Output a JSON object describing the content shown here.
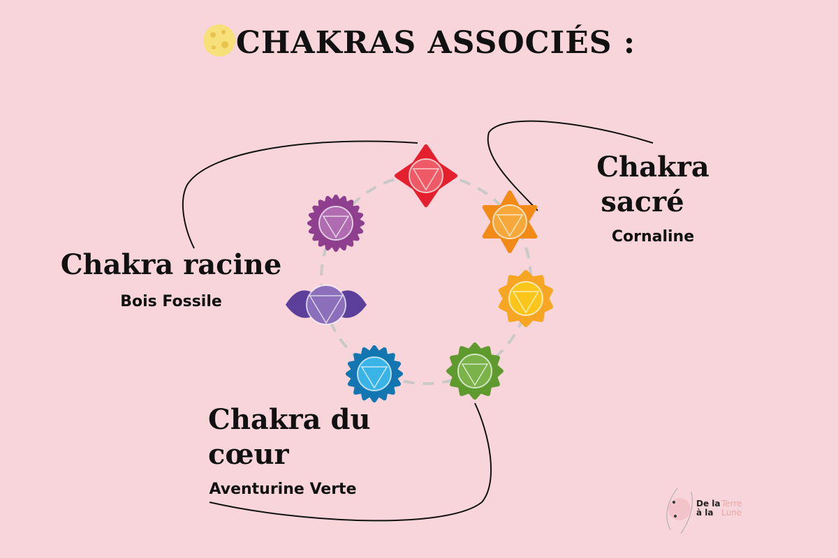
{
  "title": "CHAKRAS ASSOCIÉS :",
  "colors": {
    "background": "#f7d5da",
    "moon": "#f7e07a"
  },
  "labels": [
    {
      "heading": "Chakra racine",
      "stone": "Bois Fossile"
    },
    {
      "heading_line1": "Chakra",
      "heading_line2": "sacré",
      "stone": "Cornaline"
    },
    {
      "heading_line1": "Chakra du",
      "heading_line2": "cœur",
      "stone": "Aventurine Verte"
    }
  ],
  "chakras": [
    {
      "name": "root",
      "color": "#e5202e",
      "inner": "#ee5a66"
    },
    {
      "name": "sacral",
      "color": "#f28a17",
      "inner": "#f7a83a"
    },
    {
      "name": "solar-plexus",
      "color": "#f6a623",
      "inner": "#fbc51a"
    },
    {
      "name": "heart",
      "color": "#5f9a2f",
      "inner": "#7cb24a"
    },
    {
      "name": "throat",
      "color": "#1476b0",
      "inner": "#3ab3e6"
    },
    {
      "name": "third-eye",
      "color": "#5b3f9a",
      "inner": "#8b6fba"
    },
    {
      "name": "crown",
      "color": "#8e3f8e",
      "inner": "#b06cb0"
    }
  ],
  "logo": {
    "line1": "De la",
    "line2": "à la",
    "line3": "Terre",
    "line4": "Lune"
  }
}
